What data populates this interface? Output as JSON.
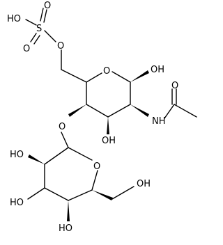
{
  "labels": {
    "sulfate_ho": "HO",
    "sulfate_s": "S",
    "sulfate_o_top": "O",
    "sulfate_o_bottom": "O",
    "sulfate_o_bridge": "O",
    "ring1_o": "O",
    "c1_oh": "OH",
    "nh": "NH",
    "acetyl_o": "O",
    "c3_oh": "OH",
    "glycosidic_o": "O",
    "ring2_o": "O",
    "ho_left_top": "HO",
    "ho_left_mid": "HO",
    "ho_bottom": "HO",
    "oh_right": "OH"
  }
}
